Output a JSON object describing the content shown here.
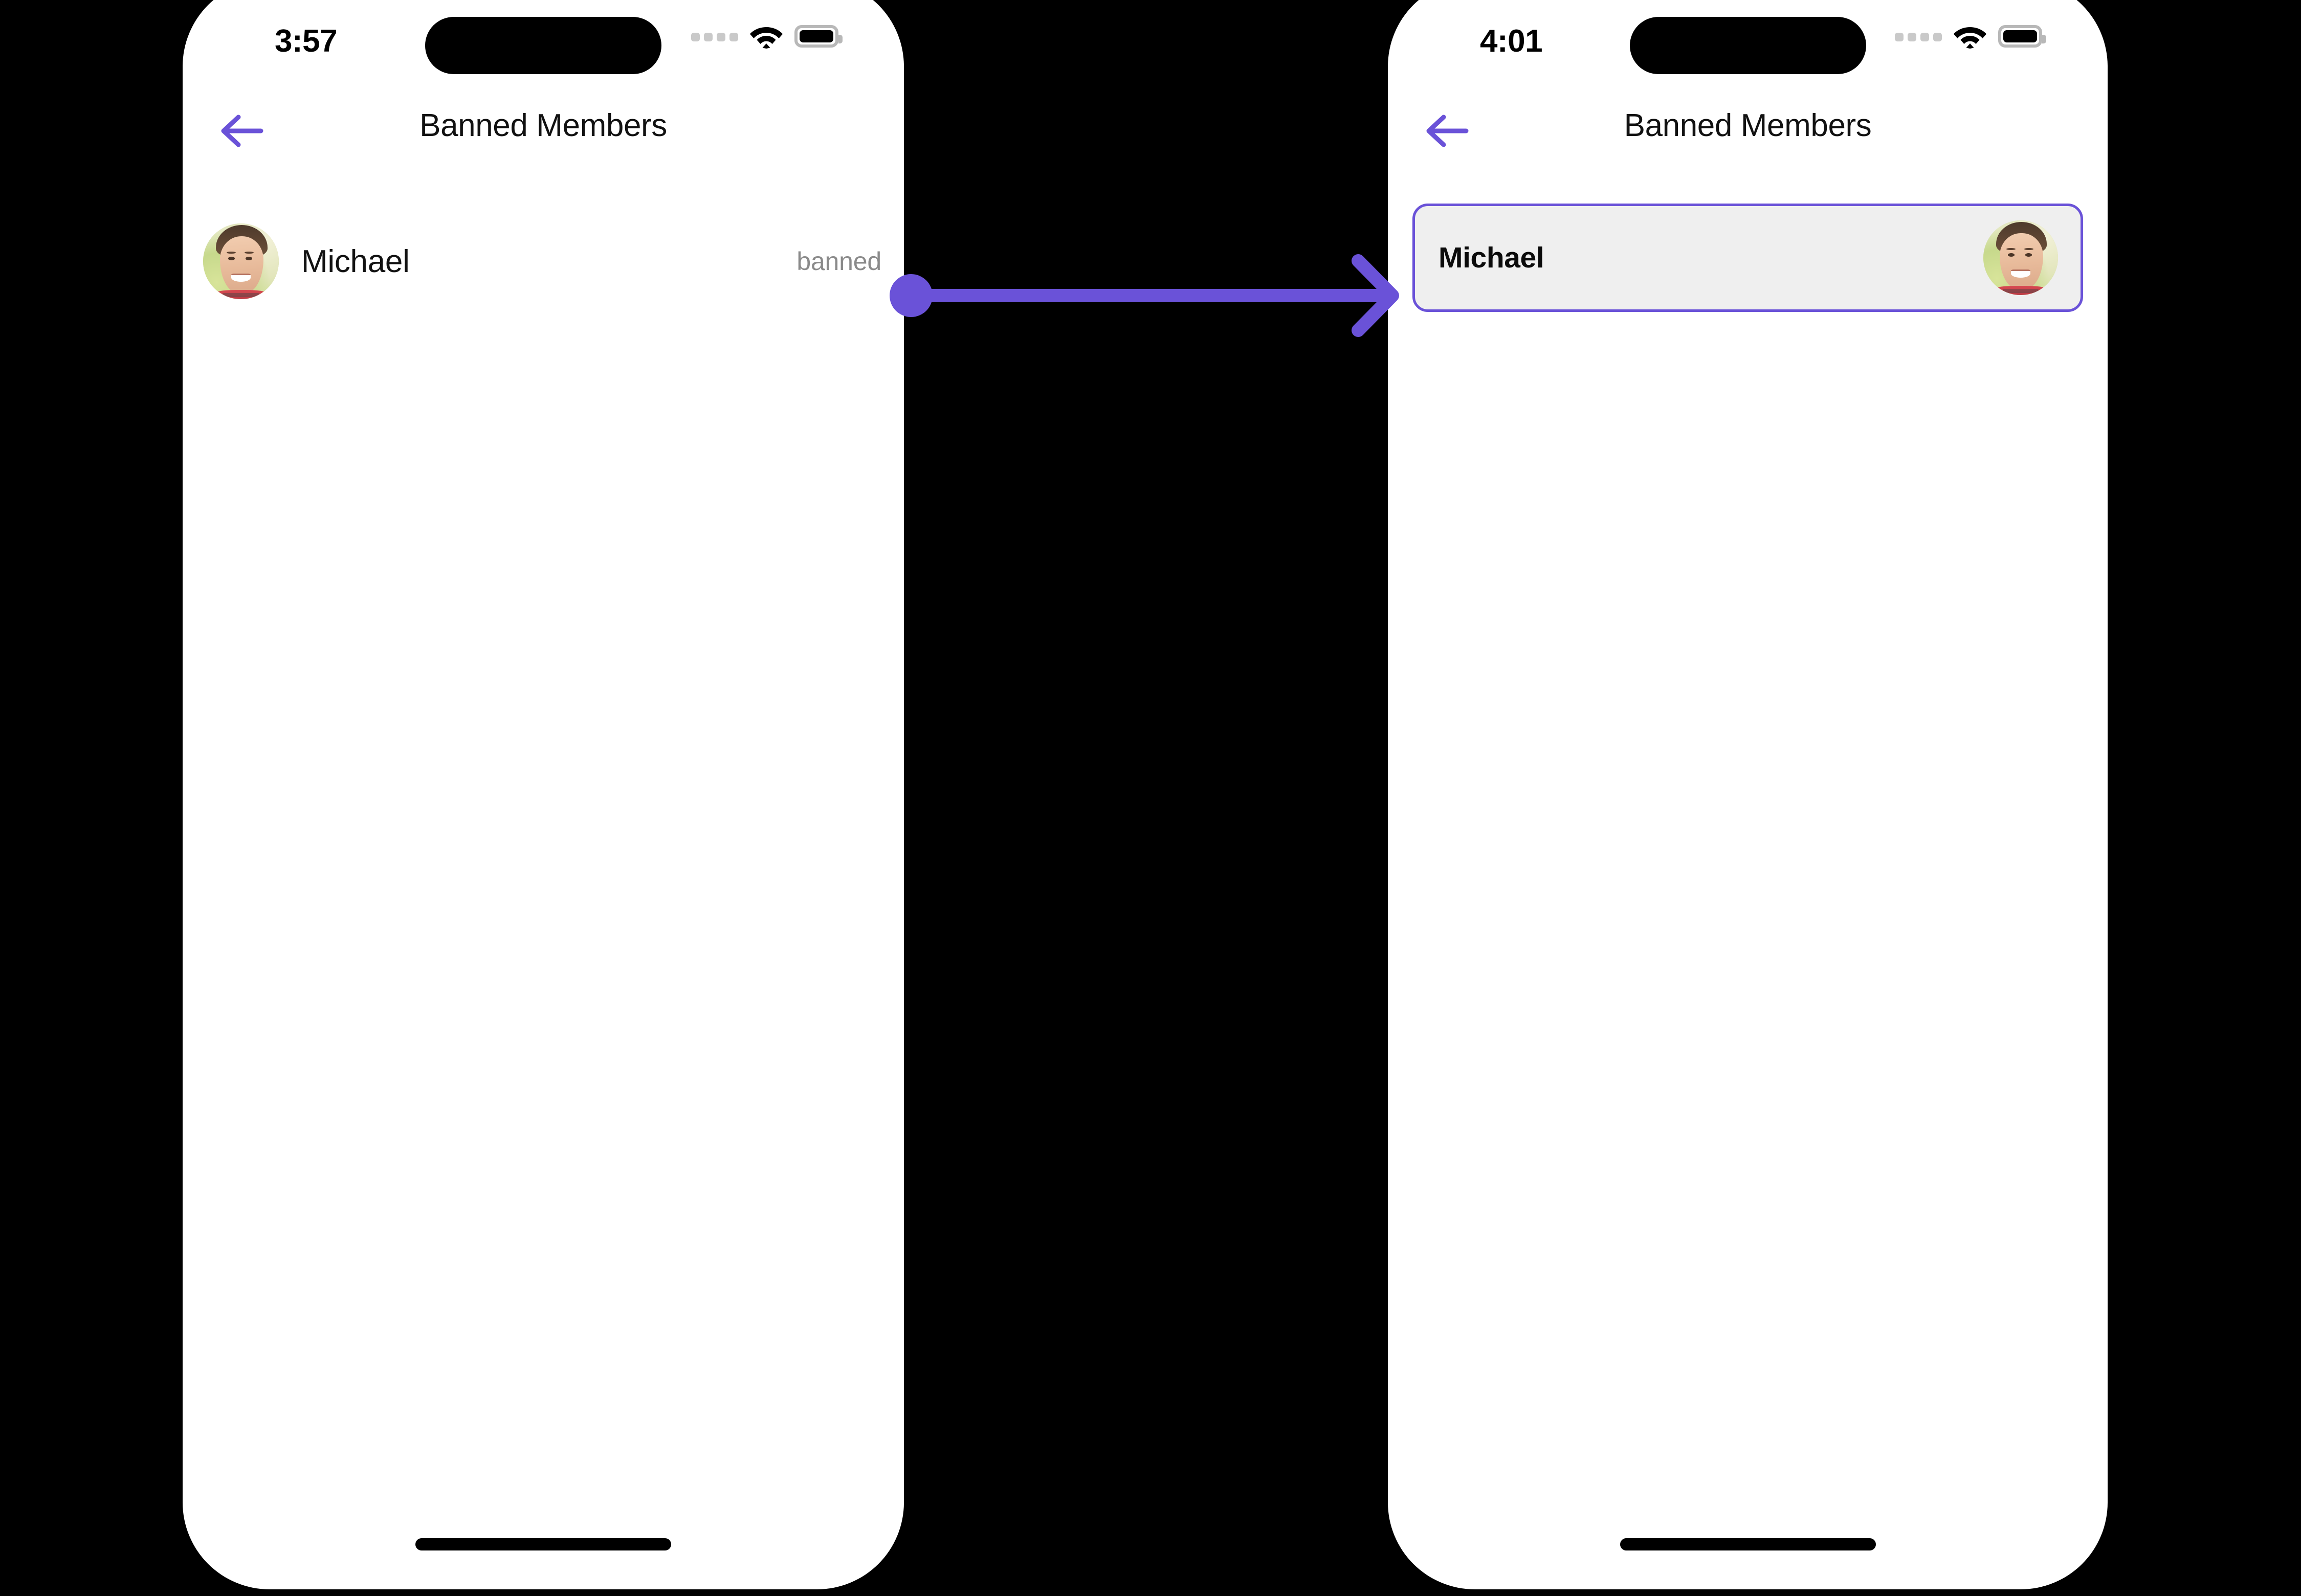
{
  "theme": {
    "accent": "#6a52d8",
    "page_background": "#000000",
    "screen_background": "#ffffff",
    "card_background": "#efefef",
    "muted_text": "#8a8a8a",
    "primary_text": "#111111"
  },
  "screens": [
    {
      "id": "before",
      "status_bar": {
        "time": "3:57",
        "icons": [
          "cellular-dots-icon",
          "wifi-icon",
          "battery-icon"
        ]
      },
      "nav": {
        "back_icon": "back-arrow-icon",
        "title": "Banned Members"
      },
      "list": {
        "rows": [
          {
            "name": "Michael",
            "status": "banned",
            "avatar": "avatar-michael",
            "selected": false
          }
        ]
      },
      "home_indicator": "home-indicator"
    },
    {
      "id": "after",
      "status_bar": {
        "time": "4:01",
        "icons": [
          "cellular-dots-icon",
          "wifi-icon",
          "battery-icon"
        ]
      },
      "nav": {
        "back_icon": "back-arrow-icon",
        "title": "Banned Members"
      },
      "list": {
        "rows": [
          {
            "name": "Michael",
            "status": "",
            "avatar": "avatar-michael",
            "selected": true
          }
        ]
      },
      "home_indicator": "home-indicator"
    }
  ],
  "annotation": {
    "type": "tap-transition-arrow",
    "direction": "left-to-right",
    "color": "#6a52d8",
    "start_label": "tap-target-dot",
    "end_label": "arrow-head"
  }
}
